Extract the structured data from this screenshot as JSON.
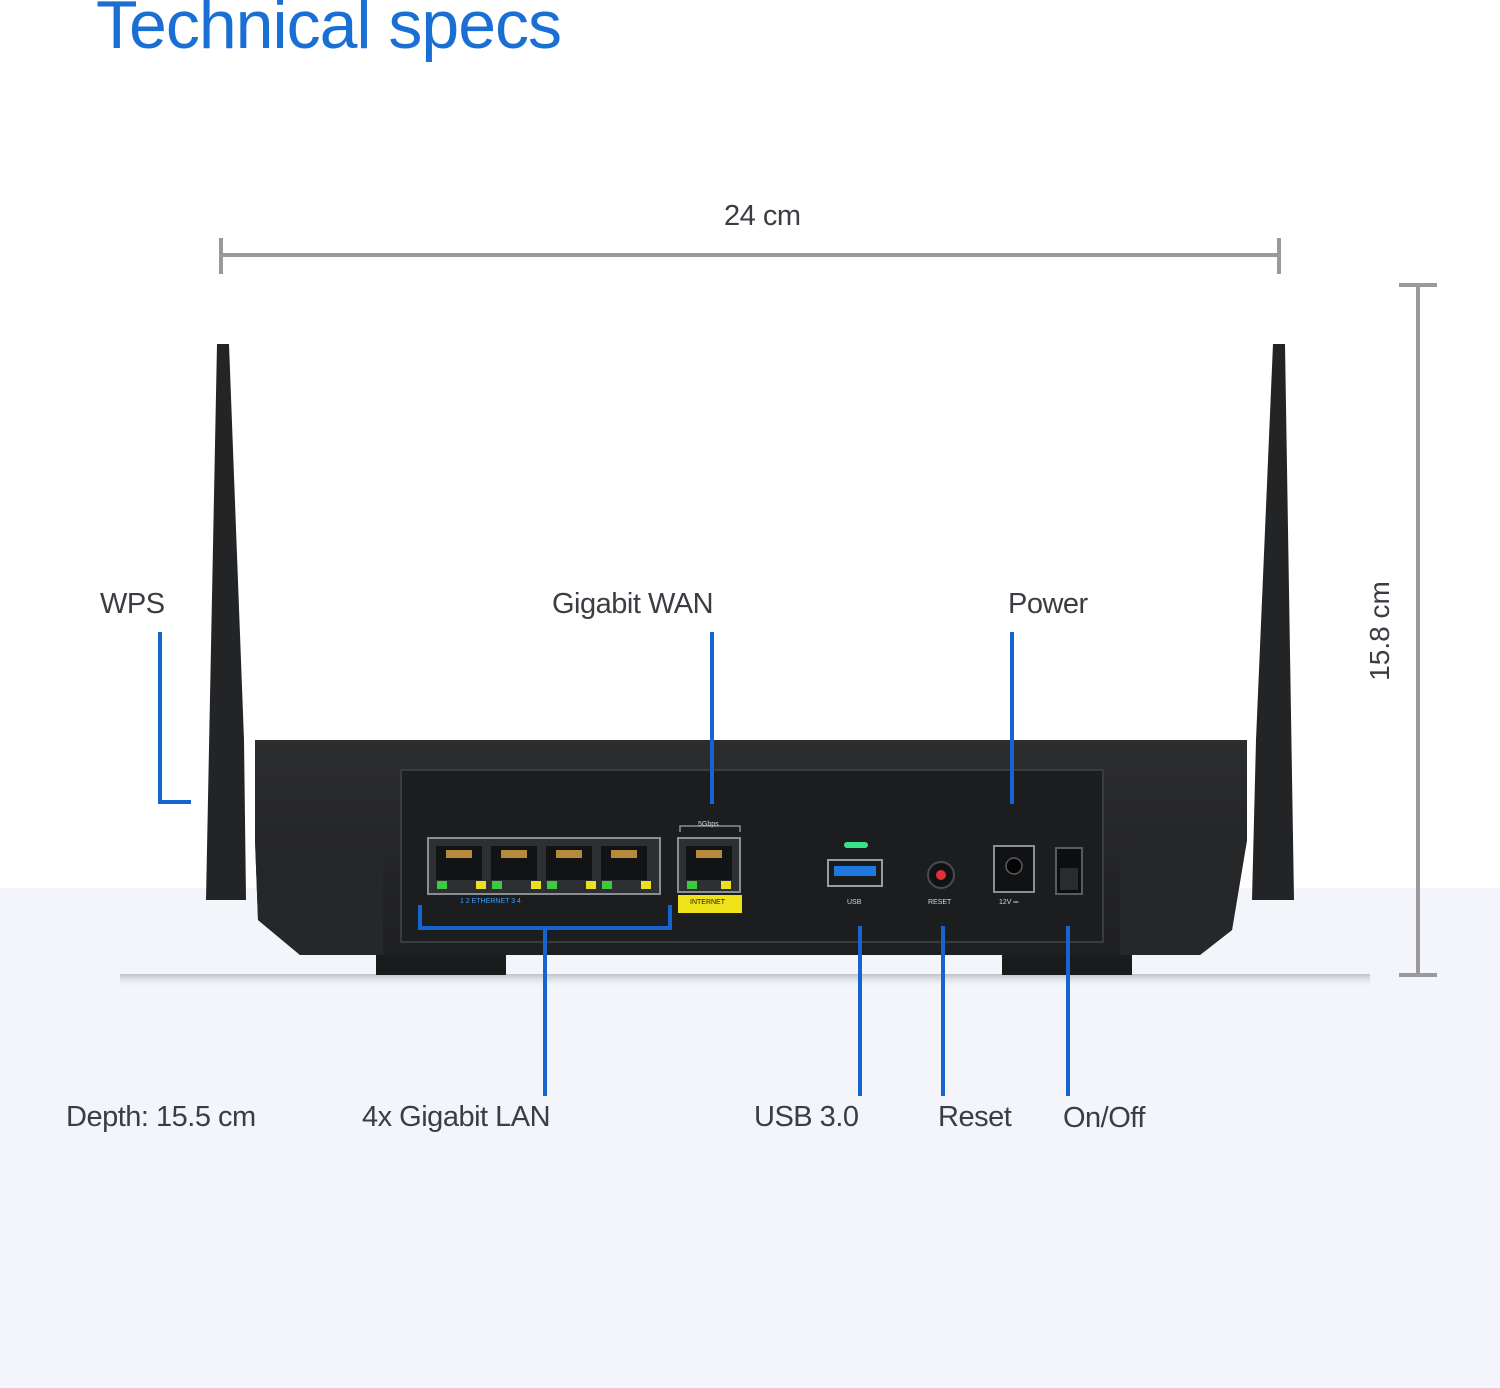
{
  "title": "Technical specs",
  "dimensions": {
    "width": "24 cm",
    "height": "15.8 cm",
    "depth": "Depth: 15.5 cm"
  },
  "labels": {
    "wps": "WPS",
    "gigabit_wan": "Gigabit WAN",
    "power": "Power",
    "lan": "4x Gigabit LAN",
    "usb": "USB 3.0",
    "reset": "Reset",
    "onoff": "On/Off"
  },
  "router_print": {
    "speed": "5Gbps",
    "ethernet": "1        2 ETHERNET 3        4",
    "internet": "INTERNET",
    "usb": "USB",
    "reset": "RESET",
    "dc": "12V ═"
  },
  "colors": {
    "accent": "#1a6fd4",
    "leader": "#1565d0",
    "dimension": "#9a9a9a",
    "router": "#2a2b2d",
    "floor": "#f3f5fa"
  }
}
